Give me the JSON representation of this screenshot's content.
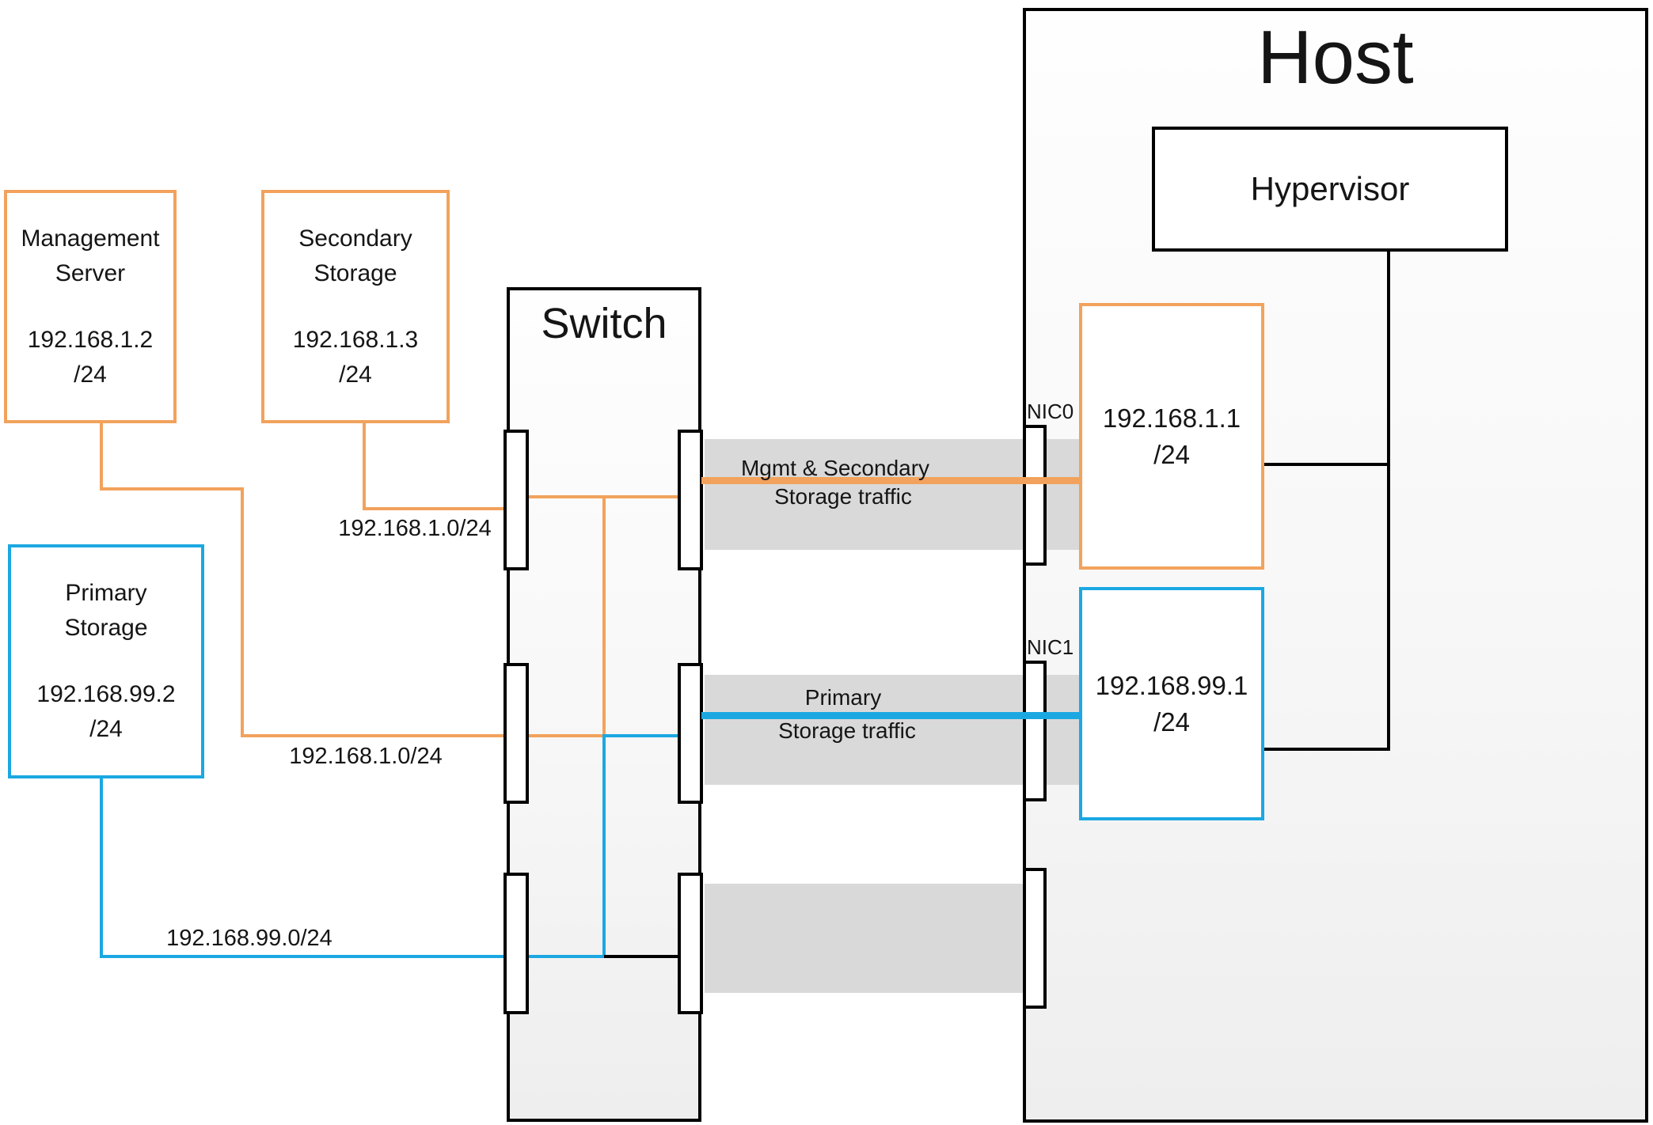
{
  "host": {
    "title": "Host",
    "hypervisor_label": "Hypervisor",
    "nic0": {
      "label": "NIC0",
      "ip_lines": "192.168.1.1\n/24"
    },
    "nic1": {
      "label": "NIC1",
      "ip_lines": "192.168.99.1\n/24"
    }
  },
  "switch": {
    "title": "Switch"
  },
  "nodes": {
    "management_server": {
      "name_lines": "Management\nServer",
      "ip_lines": "192.168.1.2\n/24"
    },
    "secondary_storage": {
      "name_lines": "Secondary\nStorage",
      "ip_lines": "192.168.1.3\n/24"
    },
    "primary_storage": {
      "name_lines": "Primary\nStorage",
      "ip_lines": "192.168.99.2\n/24"
    }
  },
  "subnet_labels": {
    "secondary_link": "192.168.1.0/24",
    "management_link": "192.168.1.0/24",
    "primary_link": "192.168.99.0/24"
  },
  "traffic": {
    "mgmt_band": {
      "line1": "Mgmt & Secondary",
      "line2": "Storage traffic"
    },
    "primary_band": {
      "line1": "Primary",
      "line2": "Storage traffic"
    }
  },
  "colors": {
    "orange": "#F2A25C",
    "blue": "#1BA8E2",
    "band_gray": "#D9D9D9",
    "line_black": "#000000"
  }
}
